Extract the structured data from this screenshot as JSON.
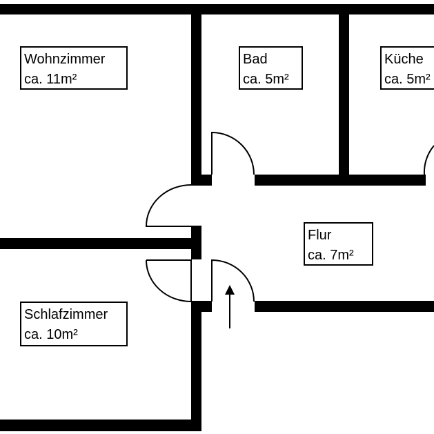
{
  "colors": {
    "wall": "#000000",
    "background": "#ffffff",
    "line": "#000000"
  },
  "rooms": {
    "wohnzimmer": {
      "name": "Wohnzimmer",
      "area": "ca. 11m²"
    },
    "bad": {
      "name": "Bad",
      "area": "ca. 5m²"
    },
    "kueche": {
      "name": "Küche",
      "area": "ca. 5m²"
    },
    "flur": {
      "name": "Flur",
      "area": "ca. 7m²"
    },
    "schlafzimmer": {
      "name": "Schlafzimmer",
      "area": "ca. 10m²"
    }
  },
  "icons": {
    "entrance": "arrow-up-icon"
  }
}
